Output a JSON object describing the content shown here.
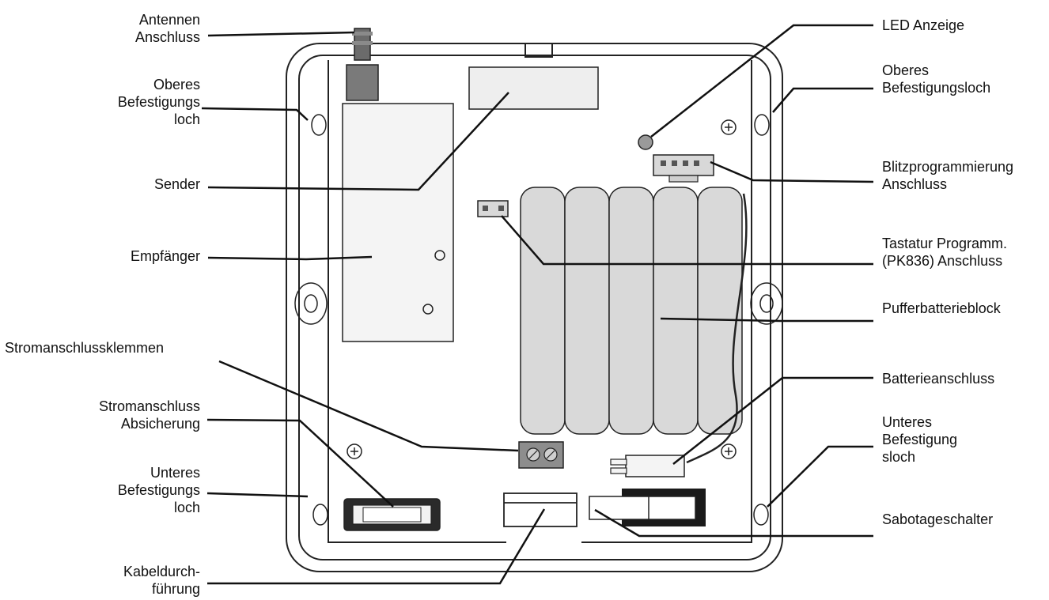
{
  "colors": {
    "ink": "#111111",
    "outline": "#222222",
    "component_fill": "#eeeeee",
    "battery_fill": "#d9d9d9",
    "dark_part": "#1a1a1a"
  },
  "labels": {
    "antenna": [
      "Antennen",
      "Anschluss"
    ],
    "upper_hole_left": [
      "Oberes",
      "Befestigungs",
      "loch"
    ],
    "transmitter": [
      "Sender"
    ],
    "receiver": [
      "Empfänger"
    ],
    "power_terminals": [
      "Stromanschlussklemmen"
    ],
    "power_fuse": [
      "Stromanschluss",
      "Absicherung"
    ],
    "lower_hole_left": [
      "Unteres",
      "Befestigungs",
      "loch"
    ],
    "cable_entry": [
      "Kabeldurch-",
      "führung"
    ],
    "led": [
      "LED Anzeige"
    ],
    "upper_hole_right": [
      "Oberes",
      "Befestigungsloch"
    ],
    "flash_prog": [
      "Blitzprogrammierung",
      "Anschluss"
    ],
    "keypad_prog": [
      "Tastatur Programm.",
      "(PK836) Anschluss"
    ],
    "battery_block": [
      "Pufferbatterieblock"
    ],
    "battery_connector": [
      "Batterieanschluss"
    ],
    "lower_hole_right": [
      "Unteres",
      "Befestigung",
      "sloch"
    ],
    "tamper_switch": [
      "Sabotageschalter"
    ]
  }
}
